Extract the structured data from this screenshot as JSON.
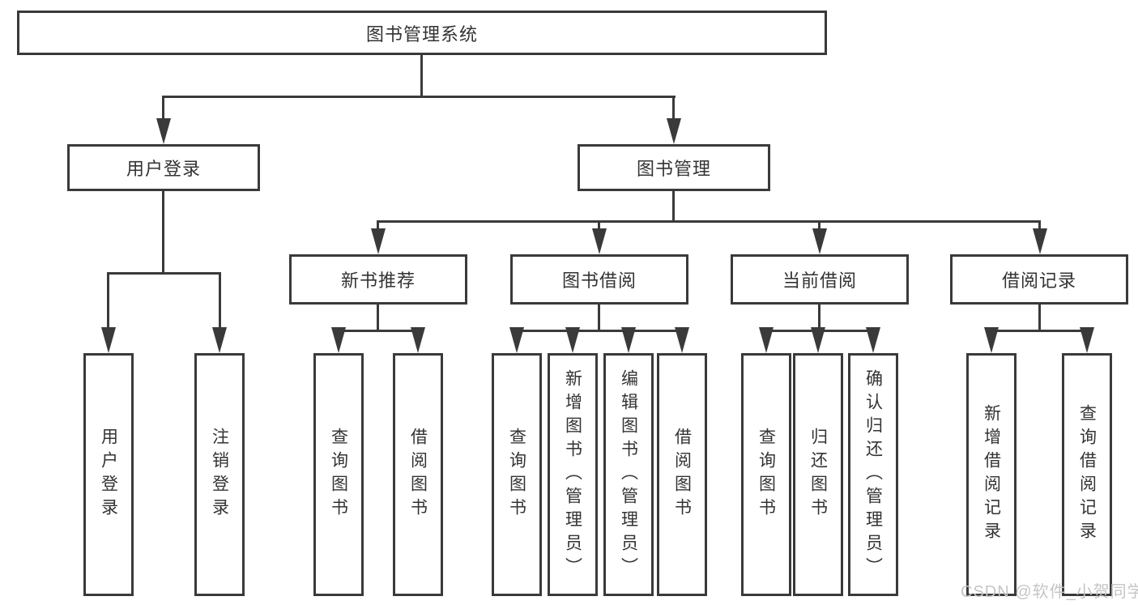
{
  "tree": {
    "root": {
      "label": "图书管理系统"
    },
    "level2": [
      {
        "label": "用户登录"
      },
      {
        "label": "图书管理"
      }
    ],
    "level3": [
      {
        "label": "新书推荐"
      },
      {
        "label": "图书借阅"
      },
      {
        "label": "当前借阅"
      },
      {
        "label": "借阅记录"
      }
    ],
    "leaves": [
      {
        "label": "用户登录"
      },
      {
        "label": "注销登录"
      },
      {
        "label": "查询图书"
      },
      {
        "label": "借阅图书"
      },
      {
        "label": "查询图书"
      },
      {
        "label": "新增图书（管理员）"
      },
      {
        "label": "编辑图书（管理员）"
      },
      {
        "label": "借阅图书"
      },
      {
        "label": "查询图书"
      },
      {
        "label": "归还图书"
      },
      {
        "label": "确认归还（管理员）"
      },
      {
        "label": "新增借阅记录"
      },
      {
        "label": "查询借阅记录"
      }
    ]
  },
  "watermark": "CSDN @软件_小贺同学",
  "colors": {
    "line": "#3a3a3c",
    "text": "#333333",
    "watermark": "#c5c5c5",
    "background": "#ffffff"
  }
}
